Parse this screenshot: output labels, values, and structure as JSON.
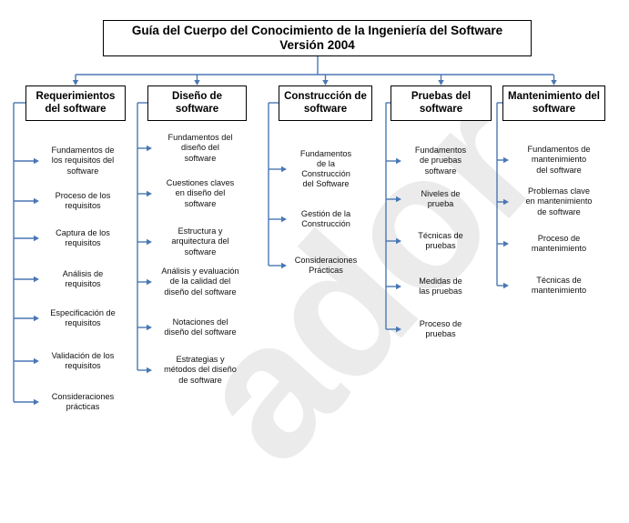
{
  "title": {
    "line1": "Guía del Cuerpo del Conocimiento de la Ingeniería del Software",
    "line2": "Versión 2004"
  },
  "colors": {
    "connector": "#4a77b4",
    "box_border": "#000000",
    "watermark": "#ebebeb"
  },
  "watermark_text": "ador",
  "categories": [
    {
      "label": "Requerimientos\ndel software",
      "items": [
        "Fundamentos de\nlos requisitos del\nsoftware",
        "Proceso de los\nrequisitos",
        "Captura de los\nrequisitos",
        "Análisis de\nrequisitos",
        "Especificación de\nrequisitos",
        "Validación de los\nrequisitos",
        "Consideraciones\nprácticas"
      ]
    },
    {
      "label": "Diseño de software",
      "items": [
        "Fundamentos del\ndiseño del\nsoftware",
        "Cuestiones claves\nen diseño del\nsoftware",
        "Estructura y\narquitectura del\nsoftware",
        "Análisis y evaluación\nde la calidad del\ndiseño del software",
        "Notaciones del\ndiseño del software",
        "Estrategias y\nmétodos del diseño\nde software"
      ]
    },
    {
      "label": "Construcción de\nsoftware",
      "items": [
        "Fundamentos\nde la\nConstrucción\ndel Software",
        "Gestión de la\nConstrucción",
        "Consideraciones\nPrácticas"
      ]
    },
    {
      "label": "Pruebas del\nsoftware",
      "items": [
        "Fundamentos\nde pruebas\nsoftware",
        "Niveles de\nprueba",
        "Técnicas de\npruebas",
        "Medidas de\nlas pruebas",
        "Proceso de\npruebas"
      ]
    },
    {
      "label": "Mantenimiento del\nsoftware",
      "items": [
        "Fundamentos de\nmantenimiento\ndel software",
        "Problemas clave\nen mantenimiento\nde software",
        "Proceso de\nmantenimiento",
        "Técnicas de\nmantenimiento"
      ]
    }
  ]
}
